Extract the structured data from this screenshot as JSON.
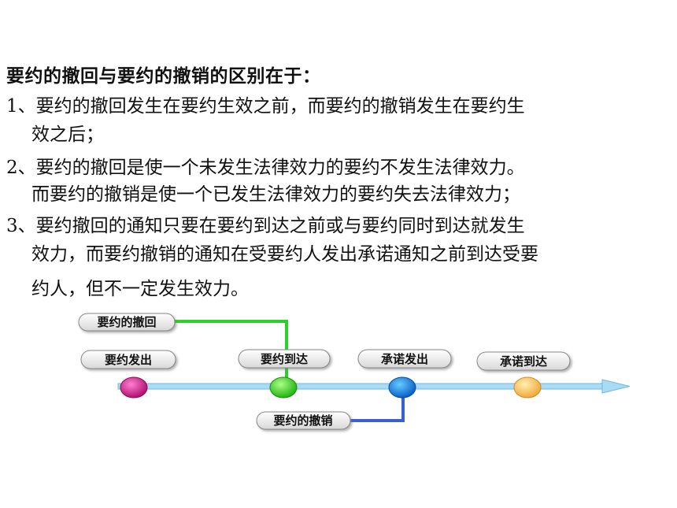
{
  "heading": "要约的撤回与要约的撤销的区别在于：",
  "points": [
    {
      "num": "1、",
      "text": "要约的撤回发生在要约生效之前，而要约的撤销发生在要约生",
      "cont": [
        "效之后；"
      ]
    },
    {
      "num": "2、",
      "text": "要约的撤回是使一个未发生法律效力的要约不发生法律效力。",
      "cont": [
        "而要约的撤销是使一个已发生法律效力的要约失去法律效力；"
      ]
    },
    {
      "num": "3、",
      "text": "要约撤回的通知只要在要约到达之前或与要约同时到达就发生",
      "cont": [
        "效力，而要约撤销的通知在受要约人发出承诺通知之前到达受要",
        "约人，但不一定发生效力。"
      ]
    }
  ],
  "diagram": {
    "labels": {
      "withdrawal": "要约的撤回",
      "offer_sent": "要约发出",
      "offer_arrive": "要约到达",
      "acceptance_sent": "承诺发出",
      "acceptance_arrive": "承诺到达",
      "revocation": "要约的撤销"
    },
    "colors": {
      "timeline": "#9cd3ef",
      "withdrawal_line": "#22cc22",
      "revocation_line": "#3355cc",
      "dot_offer_sent": "#c0137f",
      "dot_offer_arrive": "#33cc22",
      "dot_acceptance_sent": "#1177dd",
      "dot_acceptance_arrive": "#f5b944"
    }
  }
}
